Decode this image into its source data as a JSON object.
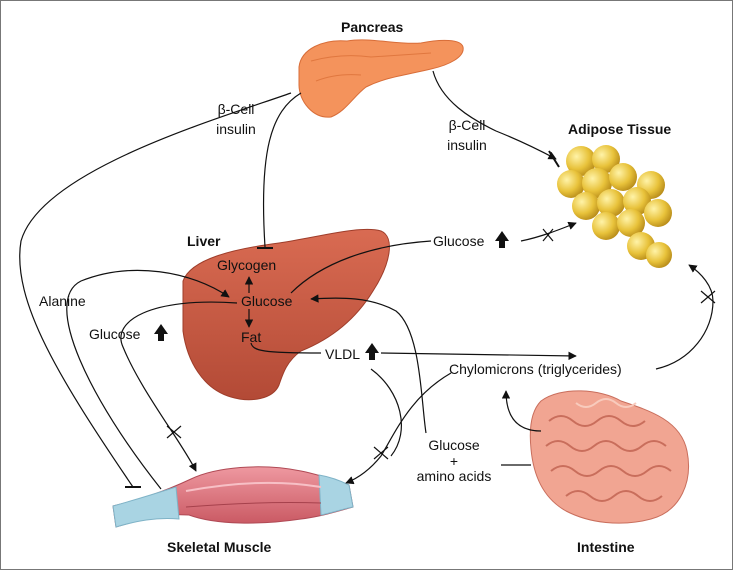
{
  "organs": {
    "pancreas": "Pancreas",
    "adipose": "Adipose Tissue",
    "liver": "Liver",
    "muscle": "Skeletal Muscle",
    "intestine": "Intestine"
  },
  "labels": {
    "beta_cell_left": "β-Cell",
    "insulin_left": "insulin",
    "beta_cell_right": "β-Cell",
    "insulin_right": "insulin",
    "glycogen": "Glycogen",
    "glucose_liver": "Glucose",
    "fat": "Fat",
    "glucose_to_adipose": "Glucose",
    "alanine": "Alanine",
    "glucose_left": "Glucose",
    "vldl": "VLDL",
    "chylomicrons": "Chylomicrons (triglycerides)",
    "glucose_amino_1": "Glucose",
    "glucose_amino_plus": "+",
    "glucose_amino_2": "amino acids"
  },
  "colors": {
    "pancreas": "#f4935c",
    "liver": "#c9573f",
    "adipose": "#e6bf3a",
    "muscle": "#e07a80",
    "tendon": "#a9d4e3",
    "intestine": "#f1a592"
  },
  "indicators": {
    "up_arrow_count": 3,
    "inhibition_symbol": "blocked path (×)"
  }
}
